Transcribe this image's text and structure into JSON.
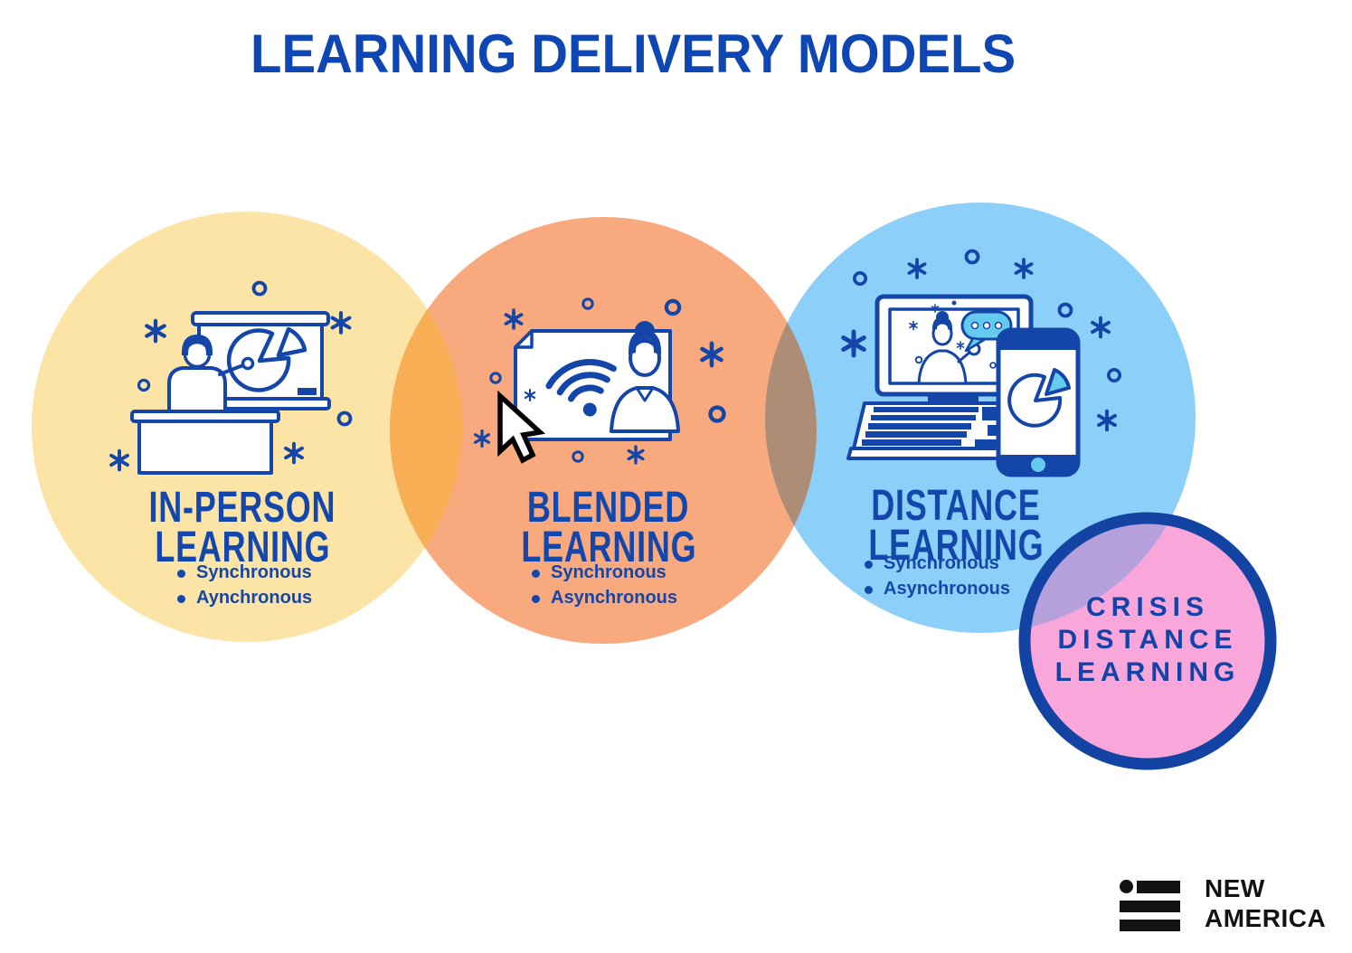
{
  "title": "LEARNING DELIVERY MODELS",
  "colors": {
    "background": "#ffffff",
    "title_text": "#0e46b4",
    "heading_text": "#1347ac",
    "bullet_text": "#1347ac",
    "crisis_text": "#1243a8",
    "icon_stroke": "#1445a8",
    "icon_accent_light_blue": "#66c9ee",
    "cursor_black": "#000000",
    "logo_black": "#121212"
  },
  "circles": [
    {
      "name": "IN-PERSON LEARNING",
      "label_lines": [
        "IN-PERSON",
        "LEARNING"
      ],
      "bullets": [
        "Synchronous",
        "Aynchronous"
      ],
      "fill": "#fce4a6",
      "icon": "teacher-presentation-board-icon"
    },
    {
      "name": "BLENDED LEARNING",
      "label_lines": [
        "BLENDED",
        "LEARNING"
      ],
      "bullets": [
        "Synchronous",
        "Asynchronous"
      ],
      "fill": "#f8a97d",
      "icon": "wifi-document-cursor-icon"
    },
    {
      "name": "DISTANCE LEARNING",
      "label_lines": [
        "DISTANCE",
        "LEARNING"
      ],
      "bullets": [
        "Synchronous",
        "Asynchronous"
      ],
      "fill": "#8ccff8",
      "icon": "laptop-videocall-phone-icon"
    }
  ],
  "overlap_colors": {
    "in_person_blended": "#f7ae54",
    "blended_distance": "#ae8d76",
    "distance_crisis": "#b5a0dc"
  },
  "crisis_circle": {
    "label_lines": [
      "CRISIS",
      "DISTANCE",
      "LEARNING"
    ],
    "fill": "#f9a6db",
    "border_color": "#1344a4"
  },
  "footer_logo": {
    "line1": "NEW",
    "line2": "AMERICA"
  }
}
